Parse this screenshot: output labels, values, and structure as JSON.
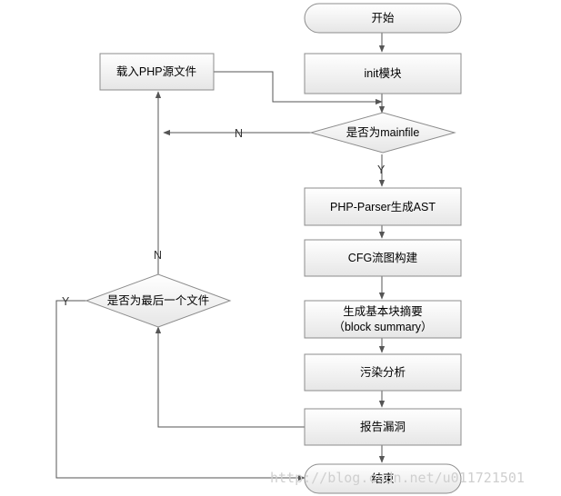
{
  "nodes": {
    "start": "开始",
    "init": "init模块",
    "load": "载入PHP源文件",
    "is_main": "是否为mainfile",
    "parser": "PHP-Parser生成AST",
    "cfg": "CFG流图构建",
    "summary_line1": "生成基本块摘要",
    "summary_line2": "（block  summary）",
    "taint": "污染分析",
    "report": "报告漏洞",
    "is_last": "是否为最后一个文件",
    "end": "结束"
  },
  "edges": {
    "main_no": "N",
    "main_yes": "Y",
    "last_no": "N",
    "last_yes": "Y"
  },
  "watermark": "http://blog.csdn.net/u011721501",
  "colors": {
    "node_fill_top": "#ffffff",
    "node_fill_bottom": "#e6e6e6",
    "node_border": "#8c8c8c",
    "line": "#555555"
  }
}
